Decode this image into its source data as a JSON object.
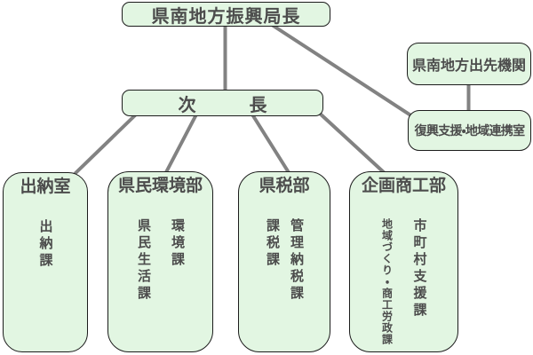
{
  "colors": {
    "box_fill": "#e2f6e2",
    "box_border": "#1c1c1c",
    "line": "#828282",
    "text": "#4c4c4c"
  },
  "org": {
    "root": "県南地方振興局長",
    "deputy": "次　　　長",
    "branch_offices": "県南地方出先機関",
    "cooperation_office": "復興支援・地域連携室",
    "departments": [
      {
        "name": "出納室",
        "sections": [
          "出納課"
        ]
      },
      {
        "name": "県民環境部",
        "sections": [
          "環境課",
          "県民生活課"
        ]
      },
      {
        "name": "県税部",
        "sections": [
          "管理納税課",
          "課税課"
        ]
      },
      {
        "name": "企画商工部",
        "sections": [
          "市町村支援課",
          "地域づくり・商工労政課"
        ]
      }
    ]
  }
}
